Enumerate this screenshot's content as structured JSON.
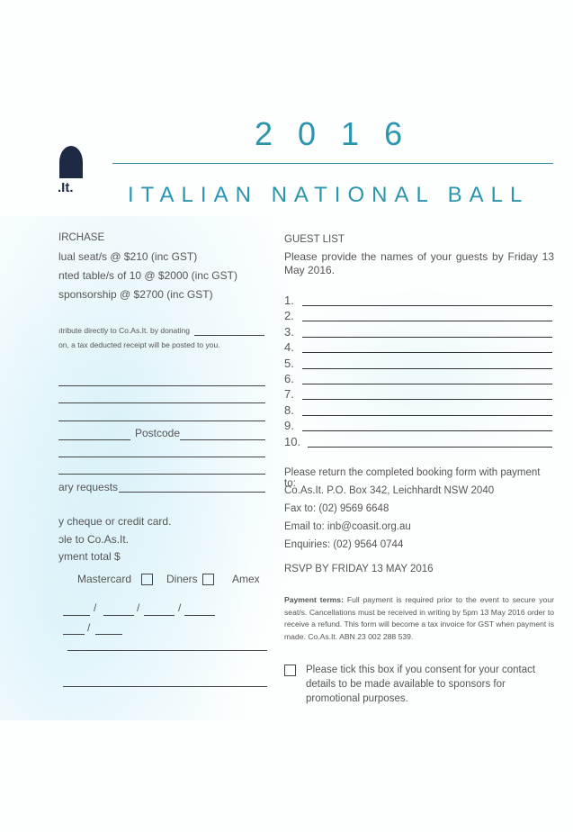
{
  "header": {
    "year": "2016",
    "title": "ITALIAN NATIONAL BALL",
    "logo_text": ".It."
  },
  "left": {
    "section_heading": "IRCHASE",
    "options": [
      "lual seat/s @ $210 (inc GST)",
      "nted table/s of 10 @ $2000 (inc GST)",
      "sponsorship @ $2700 (inc GST)"
    ],
    "donate_text": "ıtribute directly to Co.As.It. by donating",
    "receipt_text": "on, a tax deducted receipt will be posted to you.",
    "postcode_label": "Postcode",
    "dietary_label": "ary requests",
    "cheque_text": "y cheque or credit card.",
    "payable_text": "ɔle to Co.As.It.",
    "payment_total_label": "yment total $",
    "cards": [
      "Mastercard",
      "Diners",
      "Amex"
    ],
    "date_slashes": [
      "/",
      "/",
      "/",
      "/"
    ]
  },
  "guest_list": {
    "heading": "GUEST LIST",
    "instructions": "Please provide the names of your guests by Friday 13 May 2016.",
    "numbers": [
      "1.",
      "2.",
      "3.",
      "4.",
      "5.",
      "6.",
      "7.",
      "8.",
      "9.",
      "10."
    ]
  },
  "return_info": {
    "lines": [
      "Please return the completed booking form with payment to:",
      "Co.As.It. P.O. Box 342, Leichhardt NSW 2040",
      "Fax to: (02) 9569 6648",
      "Email to: inb@coasit.org.au",
      "Enquiries: (02) 9564 0744"
    ],
    "rsvp": "RSVP BY FRIDAY 13 MAY 2016",
    "terms_label": "Payment terms:",
    "terms_text": " Full payment is required prior to the event to secure your seat/s. Cancellations must be received in writing by 5pm 13 May 2016 order to receive a refund. This form will become a tax invoice for GST when payment is made. Co.As.It. ABN 23 002 288 539.",
    "consent": "Please tick this box if you consent for your contact details to be made available to sponsors for promotional purposes."
  },
  "colors": {
    "accent": "#2b95ad",
    "logo": "#1e2a44",
    "text": "#555555"
  }
}
